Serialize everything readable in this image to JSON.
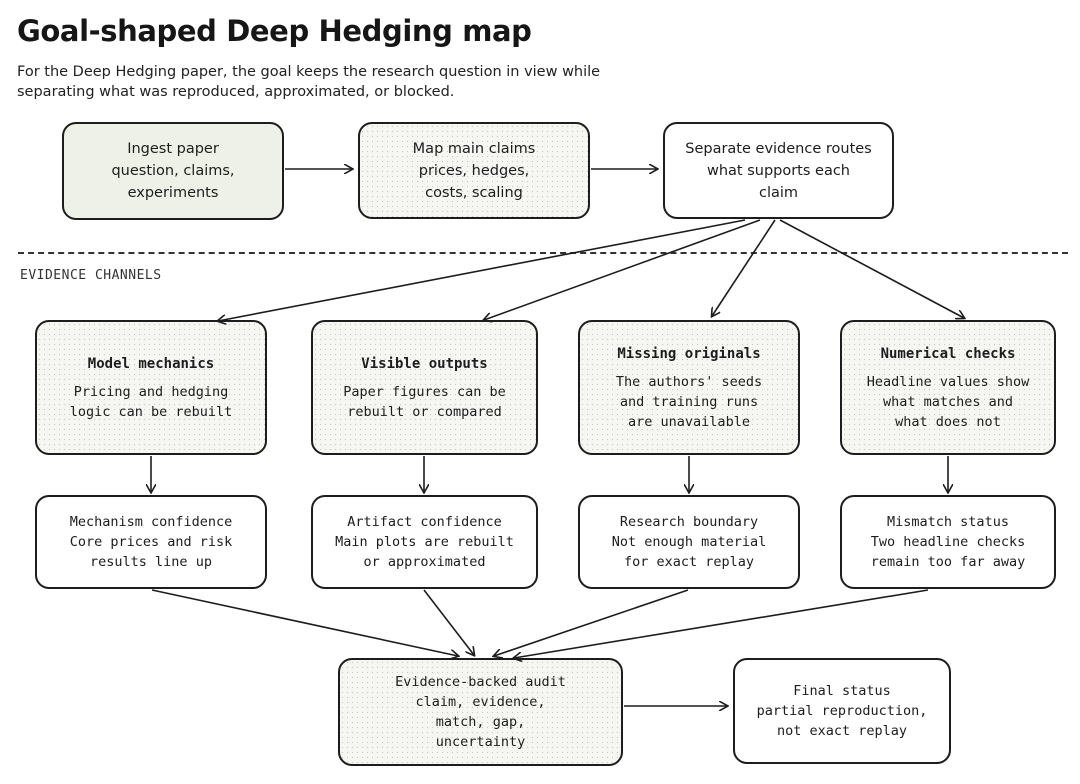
{
  "title": "Goal-shaped Deep Hedging map",
  "subtitle": "For the Deep Hedging paper, the goal keeps the research question in view while separating what was reproduced, approximated, or blocked.",
  "section_label": "EVIDENCE CHANNELS",
  "top_row": [
    {
      "lines": [
        "Ingest paper",
        "question, claims,",
        "experiments"
      ]
    },
    {
      "lines": [
        "Map main claims",
        "prices, hedges,",
        "costs, scaling"
      ]
    },
    {
      "lines": [
        "Separate evidence routes",
        "what supports each",
        "claim"
      ]
    }
  ],
  "channels": [
    {
      "heading": "Model mechanics",
      "lines": [
        "Pricing and hedging",
        "logic can be rebuilt"
      ]
    },
    {
      "heading": "Visible outputs",
      "lines": [
        "Paper figures can be",
        "rebuilt or compared"
      ]
    },
    {
      "heading": "Missing originals",
      "lines": [
        "The authors' seeds",
        "and training runs",
        "are unavailable"
      ]
    },
    {
      "heading": "Numerical checks",
      "lines": [
        "Headline values show",
        "what matches and",
        "what does not"
      ]
    }
  ],
  "results": [
    {
      "lines": [
        "Mechanism confidence",
        "Core prices and risk",
        "results line up"
      ]
    },
    {
      "lines": [
        "Artifact confidence",
        "Main plots are rebuilt",
        "or approximated"
      ]
    },
    {
      "lines": [
        "Research boundary",
        "Not enough material",
        "for exact replay"
      ]
    },
    {
      "lines": [
        "Mismatch status",
        "Two headline checks",
        "remain too far away"
      ]
    }
  ],
  "audit": {
    "lines": [
      "Evidence-backed audit",
      "claim, evidence,",
      "match, gap,",
      "uncertainty"
    ]
  },
  "final": {
    "lines": [
      "Final status",
      "partial reproduction,",
      "not exact replay"
    ]
  }
}
